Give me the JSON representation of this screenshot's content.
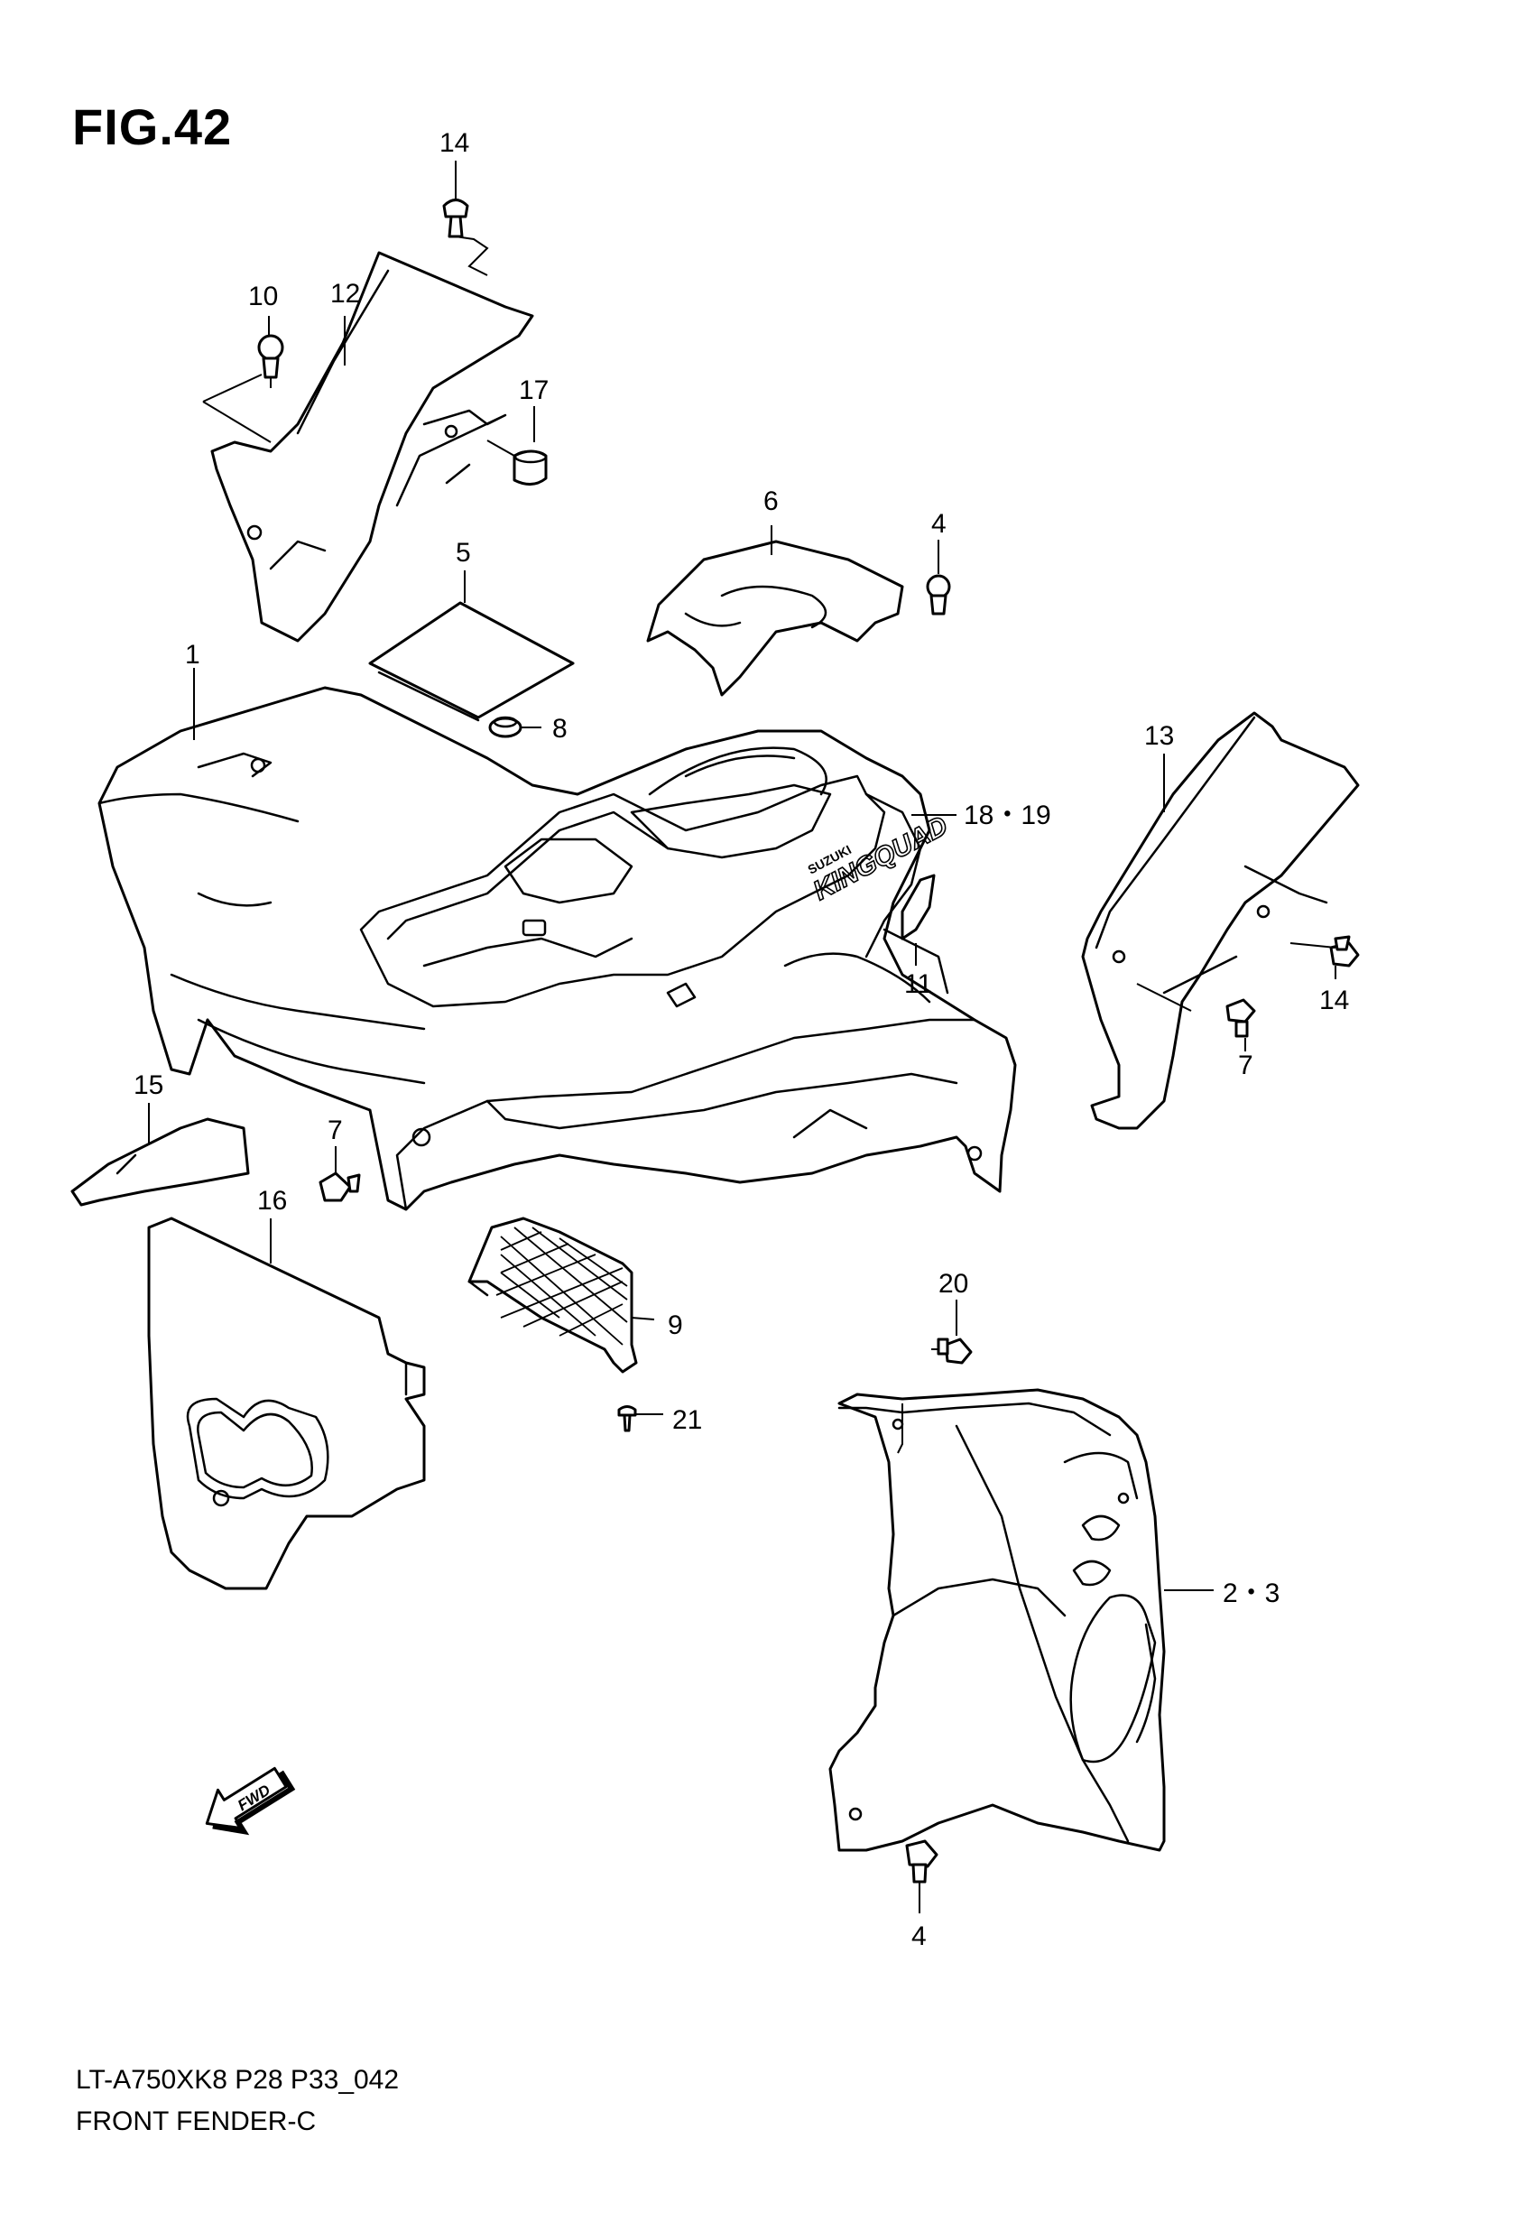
{
  "figure": {
    "title": "FIG.42",
    "model_code": "LT-A750XK8 P28 P33_042",
    "section_name": "FRONT FENDER-C"
  },
  "callouts": {
    "c1": "1",
    "c2_3": "2・3",
    "c4a": "4",
    "c4b": "4",
    "c5": "5",
    "c6": "6",
    "c7a": "7",
    "c7b": "7",
    "c8": "8",
    "c9": "9",
    "c10": "10",
    "c11": "11",
    "c12": "12",
    "c13": "13",
    "c14a": "14",
    "c14b": "14",
    "c15": "15",
    "c16": "16",
    "c17": "17",
    "c18_19": "18・19",
    "c20": "20",
    "c21": "21"
  },
  "fwd_arrow": {
    "label": "FWD",
    "icon": "forward-direction-arrow-icon"
  }
}
